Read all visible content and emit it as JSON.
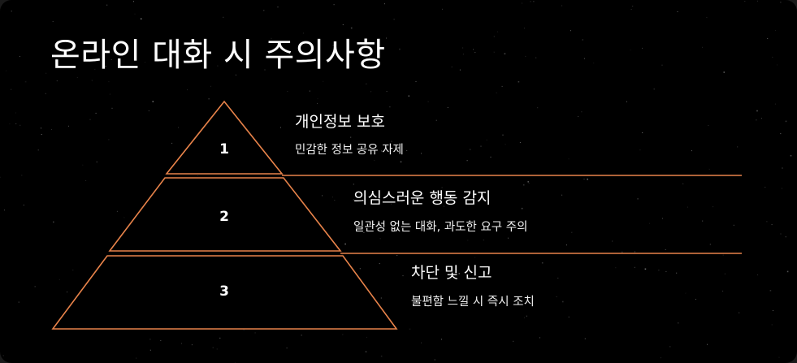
{
  "title": "온라인 대화 시 주의사항",
  "accent_color": "#e8834a",
  "tiers": [
    {
      "number": "1",
      "heading": "개인정보 보호",
      "description": "민감한 정보 공유 자제"
    },
    {
      "number": "2",
      "heading": "의심스러운 행동 감지",
      "description": "일관성 없는 대화, 과도한 요구 주의"
    },
    {
      "number": "3",
      "heading": "차단 및 신고",
      "description": "불편함 느낄 시 즉시 조치"
    }
  ]
}
